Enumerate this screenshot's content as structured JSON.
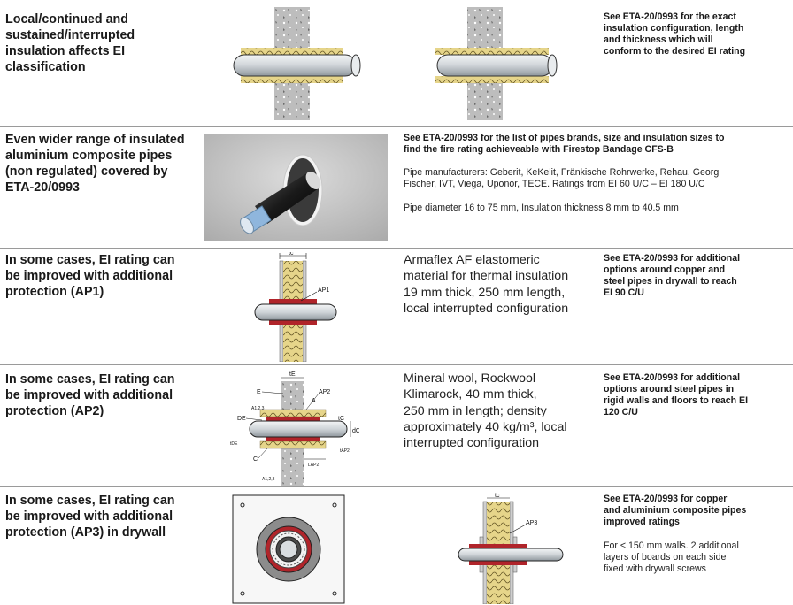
{
  "rows": [
    {
      "heading": [
        "Local/continued and",
        "sustained/interrupted",
        "insulation affects EI",
        "classification"
      ],
      "note": [
        "See ETA-20/0993 for the exact",
        "insulation configuration, length",
        "and thickness which will",
        "conform to the desired EI rating"
      ]
    },
    {
      "heading": [
        "Even wider range of insulated",
        "aluminium composite pipes",
        "(non regulated) covered by",
        "ETA-20/0993"
      ],
      "note": [
        "See ETA-20/0993 for the list of pipes brands, size and insulation sizes to",
        "find the fire rating achieveable with Firestop Bandage CFS-B"
      ],
      "manufacturers": [
        "Pipe manufacturers: Geberit, KeKelit, Fränkische Rohrwerke, Rehau, Georg",
        "Fischer, IVT, Viega, Uponor, TECE. Ratings from EI 60 U/C – EI 180 U/C"
      ],
      "diameter": "Pipe diameter 16 to 75 mm, Insulation thickness 8 mm to 40.5 mm"
    },
    {
      "heading": [
        "In some cases, EI rating can",
        "be improved with additional",
        "protection (AP1)"
      ],
      "description": [
        "Armaflex AF elastomeric",
        "material for thermal insulation",
        "19 mm thick, 250 mm length,",
        "local interrupted configuration"
      ],
      "note": [
        "See ETA-20/0993 for additional",
        "options around copper and",
        "steel pipes in drywall to reach",
        "EI 90 C/U"
      ],
      "labels": {
        "tc": "tc",
        "ap": "AP1"
      }
    },
    {
      "heading": [
        "In some cases, EI rating can",
        "be improved with additional",
        "protection (AP2)"
      ],
      "description": [
        "Mineral wool, Rockwool",
        "Klimarock, 40 mm thick,",
        "250 mm in length; density",
        "approximately 40 kg/m³, local",
        "interrupted configuration"
      ],
      "note": [
        "See ETA-20/0993 for additional",
        "options around steel pipes in",
        "rigid walls and floors to reach EI",
        "120 C/U"
      ],
      "labels": {
        "tE": "tE",
        "E": "E",
        "AP2": "AP2",
        "A": "A",
        "A123": "A1,2,3",
        "DE": "DE",
        "tC": "tC",
        "dC": "dC",
        "tDE": "tDE",
        "C": "C",
        "LAP2": "LAP2",
        "tAP2": "tAP2",
        "A123b": "A1,2,3"
      }
    },
    {
      "heading": [
        "In some cases, EI rating can",
        "be improved with additional",
        "protection (AP3) in drywall"
      ],
      "note": [
        "See ETA-20/0993 for copper",
        "and aluminium composite pipes",
        "improved ratings"
      ],
      "extra": [
        "For < 150 mm walls. 2 additional",
        "layers of boards on each side",
        "fixed with drywall screws"
      ],
      "labels": {
        "tc": "tc",
        "ap": "AP3"
      }
    }
  ],
  "colors": {
    "text": "#1a1a1a",
    "divider": "#9a9a9a",
    "insulation": "#e8d98a",
    "bandage": "#b0242a",
    "pipe": "#d9dde0",
    "concrete": "#b9b9b9"
  }
}
